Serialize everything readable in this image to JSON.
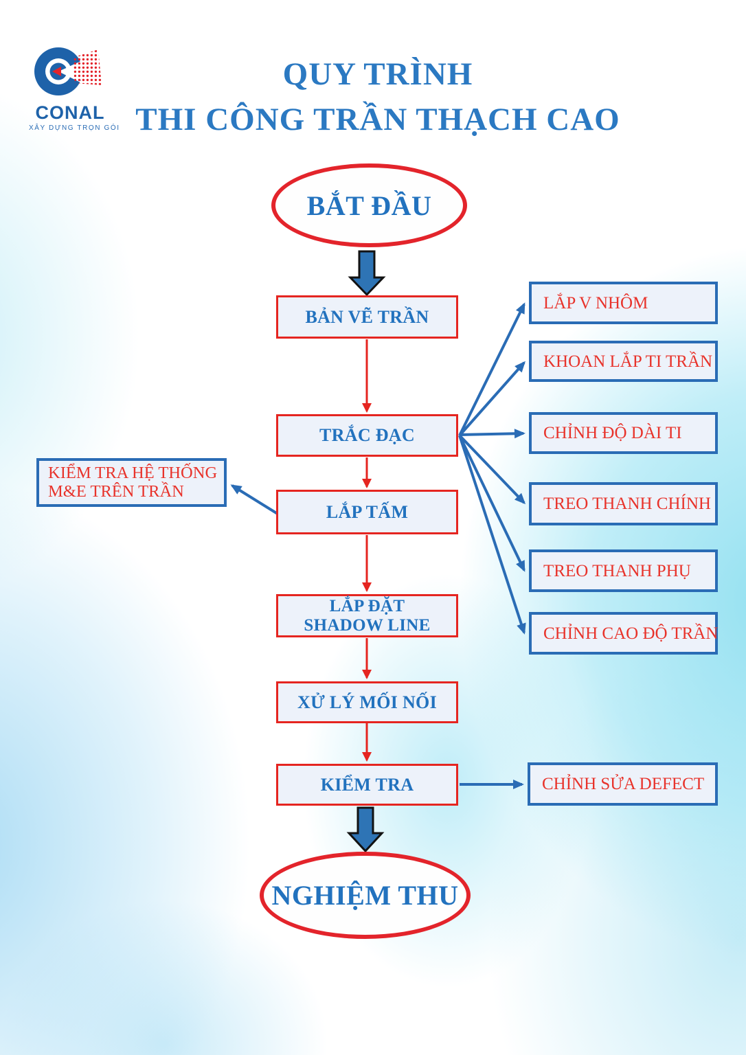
{
  "logo": {
    "name": "CONAL",
    "tagline": "XÂY DỰNG TRỌN GÓI"
  },
  "title": {
    "line1": "QUY TRÌNH",
    "line2": "THI CÔNG TRẦN THẠCH CAO"
  },
  "flow": {
    "start": "BẮT ĐẦU",
    "end": "NGHIỆM THU",
    "steps": {
      "ban_ve_tran": {
        "label": "BẢN VẼ TRẦN"
      },
      "trac_dac": {
        "label": "TRẮC ĐẠC"
      },
      "lap_tam": {
        "label": "LẮP TẤM"
      },
      "lap_dat_shadow_line": {
        "line1": "LẮP ĐẶT",
        "line2": "SHADOW LINE"
      },
      "xu_ly_moi_noi": {
        "label": "XỬ LÝ MỐI NỐI"
      },
      "kiem_tra": {
        "label": "KIỂM TRA"
      }
    },
    "trac_dac_branches": [
      "LẮP V NHÔM",
      "KHOAN LẮP TI TRẦN",
      "CHỈNH ĐỘ DÀI TI",
      "TREO THANH CHÍNH",
      "TREO THANH PHỤ",
      "CHỈNH CAO ĐỘ TRẦN"
    ],
    "lap_tam_note": {
      "line1": "KIỂM TRA HỆ THỐNG",
      "line2": "M&E TRÊN TRẦN"
    },
    "kiem_tra_branch": "CHỈNH SỬA DEFECT"
  },
  "colors": {
    "title_blue": "#2B79C2",
    "node_text_blue": "#2272BE",
    "red": "#E52520",
    "branch_text_red": "#E8332B",
    "blue_border": "#2A6CB5",
    "box_fill": "#EDF2FA",
    "block_arrow_fill": "#2E74B5"
  }
}
